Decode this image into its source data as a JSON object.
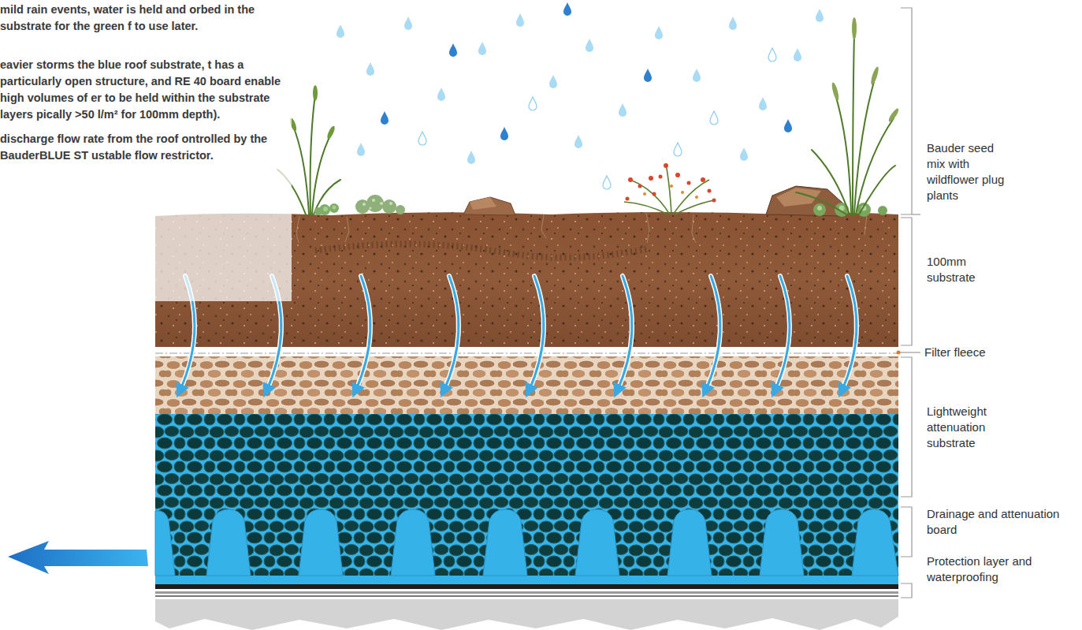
{
  "diagram": {
    "labels": [
      "mild rain events, water is held and orbed in the substrate for the green f to use later.",
      "eavier storms the blue roof substrate, t has a particularly open structure, and RE 40 board enable high volumes of er to be held within the substrate layers pically >50 l/m² for 100mm depth).",
      "discharge flow rate from the roof ontrolled by the BauderBLUE ST ustable flow restrictor.",
      "Bauder seed mix with wildflower plug plants",
      "100mm substrate",
      "Filter fleece",
      "Lightweight attenuation substrate",
      "Drainage and attenuation board",
      "Protection layer and waterproofing"
    ]
  }
}
